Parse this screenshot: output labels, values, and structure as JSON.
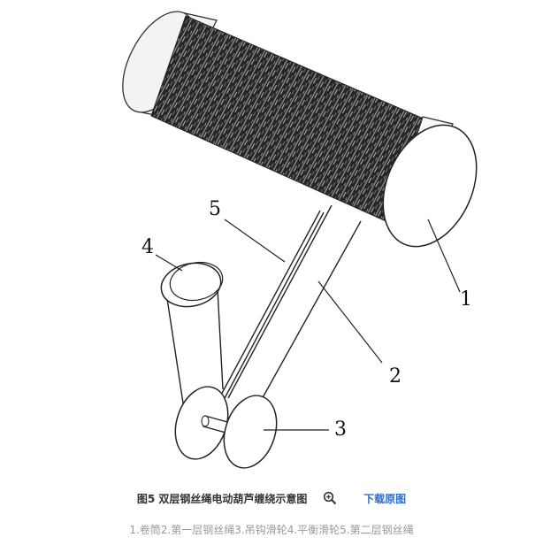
{
  "callouts": {
    "drum": "1",
    "rope_layer_one": "2",
    "hook_pulley": "3",
    "balance_pulley": "4",
    "rope_layer_two": "5"
  },
  "caption": {
    "title": "图5 双层钢丝绳电动葫芦缠绕示意图",
    "zoom_icon": "magnifier-plus-icon",
    "download_label": "下载原图"
  },
  "legend_text": "1.卷筒2.第一层钢丝绳3.吊钩滑轮4.平衡滑轮5.第二层钢丝绳",
  "colors": {
    "link": "#2f6fc7",
    "legend": "#999999",
    "caption": "#333333"
  }
}
